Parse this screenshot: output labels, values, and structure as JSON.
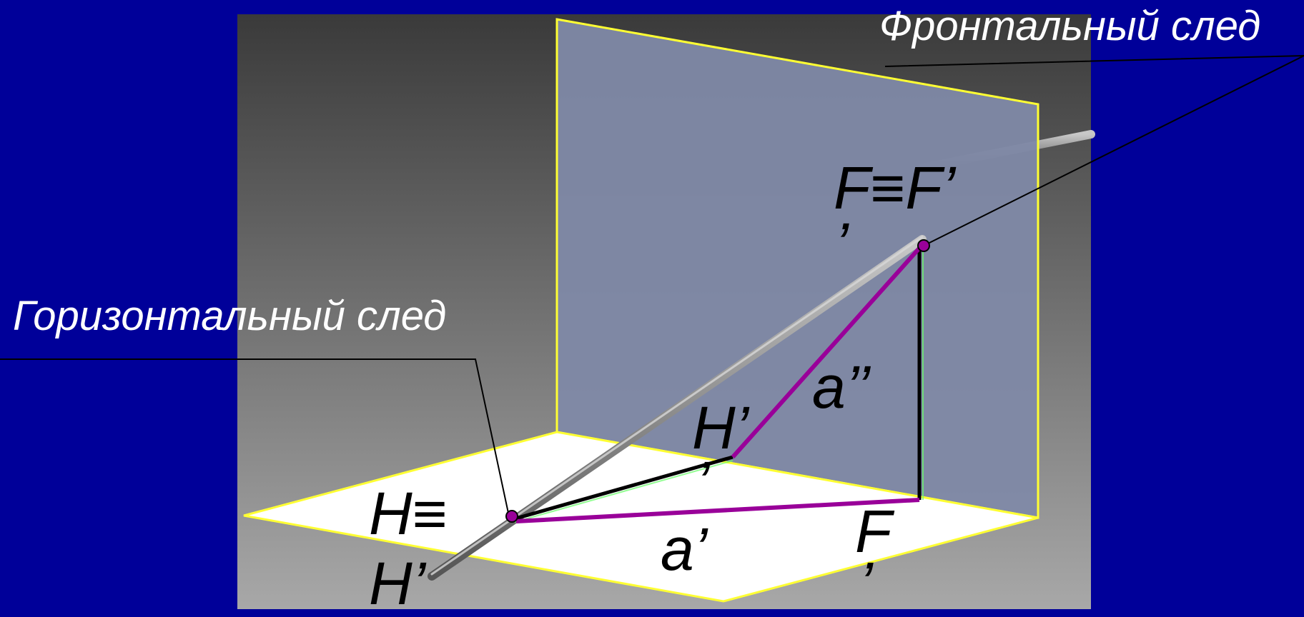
{
  "captions": {
    "frontal_trace": "Фронтальный след",
    "horizontal_trace": "Горизонтальный след"
  },
  "points": {
    "f_top": "F≡F’",
    "f_top_mark": "’",
    "h_eq": "H≡",
    "h_prime": "H’",
    "h_mid": "H’",
    "h_mid_mark": "’",
    "f_bottom": "F",
    "f_bottom_mark": "’"
  },
  "segments": {
    "a_double_prime": "a’’",
    "a_prime": "a’"
  },
  "colors": {
    "background": "#000099",
    "frontal_plane": "#7f89a6",
    "horizontal_plane": "#ffffff",
    "plane_edge": "#ffff33",
    "projection": "#990099",
    "rod": "#8a8a8a"
  }
}
